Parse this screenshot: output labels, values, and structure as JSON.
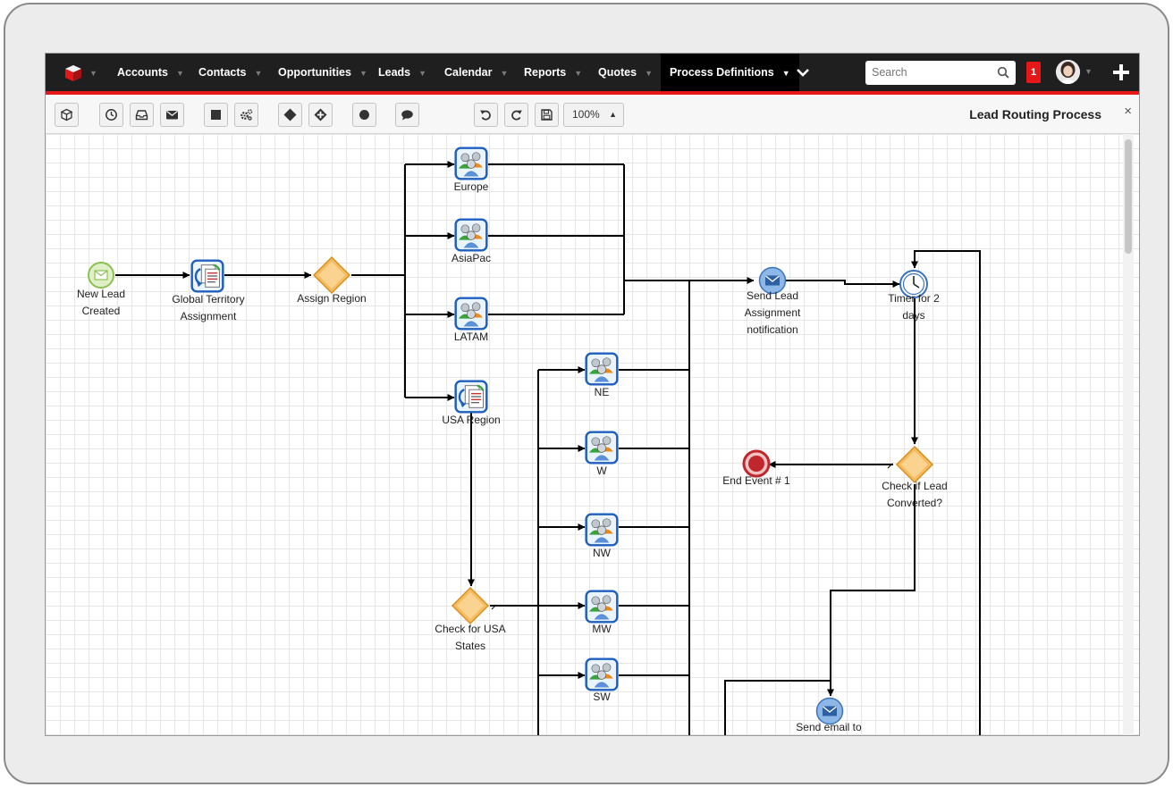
{
  "nav": {
    "items": [
      {
        "label": "Accounts"
      },
      {
        "label": "Contacts"
      },
      {
        "label": "Opportunities"
      },
      {
        "label": "Leads"
      },
      {
        "label": "Calendar"
      },
      {
        "label": "Reports"
      },
      {
        "label": "Quotes"
      },
      {
        "label": "Process Definitions"
      }
    ],
    "search_placeholder": "Search",
    "notification_count": "1"
  },
  "toolbar": {
    "zoom": "100%",
    "process_title": "Lead Routing Process",
    "close": "×"
  },
  "diagram": {
    "start_event": "New Lead Created",
    "global_task": "Global Territory Assignment",
    "assign_gateway": "Assign Region",
    "tasks": {
      "europe": "Europe",
      "asiapac": "AsiaPac",
      "latam": "LATAM",
      "usa": "USA Region",
      "ne": "NE",
      "w": "W",
      "nw": "NW",
      "mw": "MW",
      "sw": "SW"
    },
    "usa_gateway": "Check for USA States",
    "send_notification": "Send Lead Assignment notification",
    "timer": "Timer for 2 days",
    "converted_gateway": "Check if Lead Converted?",
    "end_event": "End Event # 1",
    "send_email": "Send email to"
  },
  "colors": {
    "nav_bg": "#1f1f1f",
    "accent_red": "#e61718",
    "task_border": "#1e5fbf",
    "gateway": "#f2a93b",
    "start_event": "#8cc152",
    "end_event": "#c0272d",
    "message_event": "#4a8bd6"
  }
}
